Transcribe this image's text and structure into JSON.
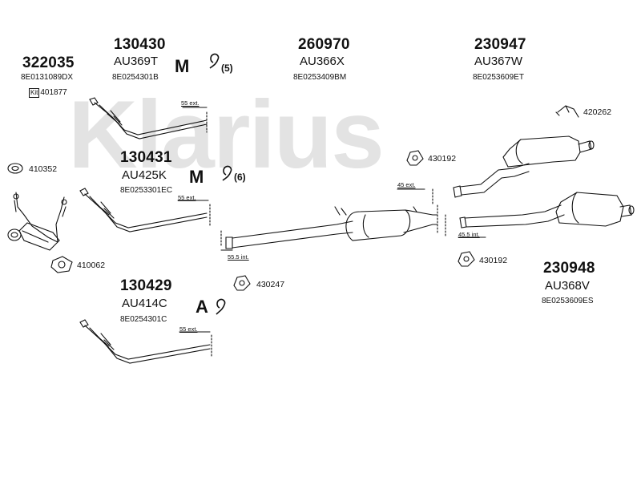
{
  "watermark": "Klarius",
  "assemblies": {
    "a322035": {
      "part_no": "322035",
      "oe": "8E0131089DX",
      "kit_prefix": "Kit",
      "kit_no": "401877"
    },
    "a130430": {
      "part_no": "130430",
      "code": "AU369T",
      "oe": "8E0254301B",
      "qty": "(5)",
      "dim": "55 ext."
    },
    "a260970": {
      "part_no": "260970",
      "code": "AU366X",
      "oe": "8E0253409BM",
      "dim_int": "55.5 int."
    },
    "a230947": {
      "part_no": "230947",
      "code": "AU367W",
      "oe": "8E0253609ET",
      "dim": "45 ext."
    },
    "a130431": {
      "part_no": "130431",
      "code": "AU425K",
      "oe": "8E0253301EC",
      "qty": "(6)",
      "dim": "55 ext."
    },
    "a130429": {
      "part_no": "130429",
      "code": "AU414C",
      "oe": "8E0254301C",
      "dim": "55 ext."
    },
    "a230948": {
      "part_no": "230948",
      "code": "AU368V",
      "oe": "8E0253609ES",
      "dim_int": "45.5 int."
    }
  },
  "fittings": {
    "f420262": "420262",
    "f430192a": "430192",
    "f410352": "410352",
    "f410062": "410062",
    "f430247": "430247",
    "f430192b": "430192"
  },
  "icons": {
    "mounting_kit": "M",
    "assembly_kit": "A"
  },
  "colors": {
    "ink": "#111111",
    "watermark": "#e3e3e3",
    "pipe_fill": "#ffffff"
  }
}
